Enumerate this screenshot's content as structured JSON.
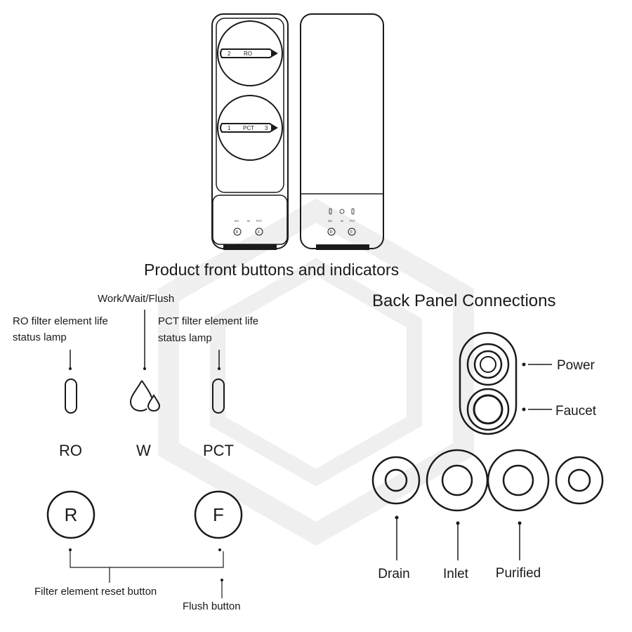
{
  "front_title": "Product front buttons and indicators",
  "back_title": "Back Panel Connections",
  "device": {
    "top_knob_label": "RO",
    "top_knob_left": "2",
    "bottom_knob_label": "PCT",
    "bottom_knob_left": "1",
    "bottom_knob_right": "3",
    "mini_ro": "RO",
    "mini_w": "W",
    "mini_pct": "PCT",
    "mini_r": "R",
    "mini_f": "F"
  },
  "indicators": {
    "ro_desc_line1": "RO filter element life",
    "ro_desc_line2": "status lamp",
    "w_desc": "Work/Wait/Flush",
    "pct_desc_line1": "PCT filter element life",
    "pct_desc_line2": "status lamp",
    "ro_label": "RO",
    "w_label": "W",
    "pct_label": "PCT"
  },
  "buttons": {
    "r_letter": "R",
    "f_letter": "F",
    "reset_desc": "Filter element reset button",
    "flush_desc": "Flush button"
  },
  "back_panel": {
    "power": "Power",
    "faucet": "Faucet",
    "drain": "Drain",
    "inlet": "Inlet",
    "purified": "Purified"
  },
  "icons": [
    "water-drop-icon"
  ]
}
